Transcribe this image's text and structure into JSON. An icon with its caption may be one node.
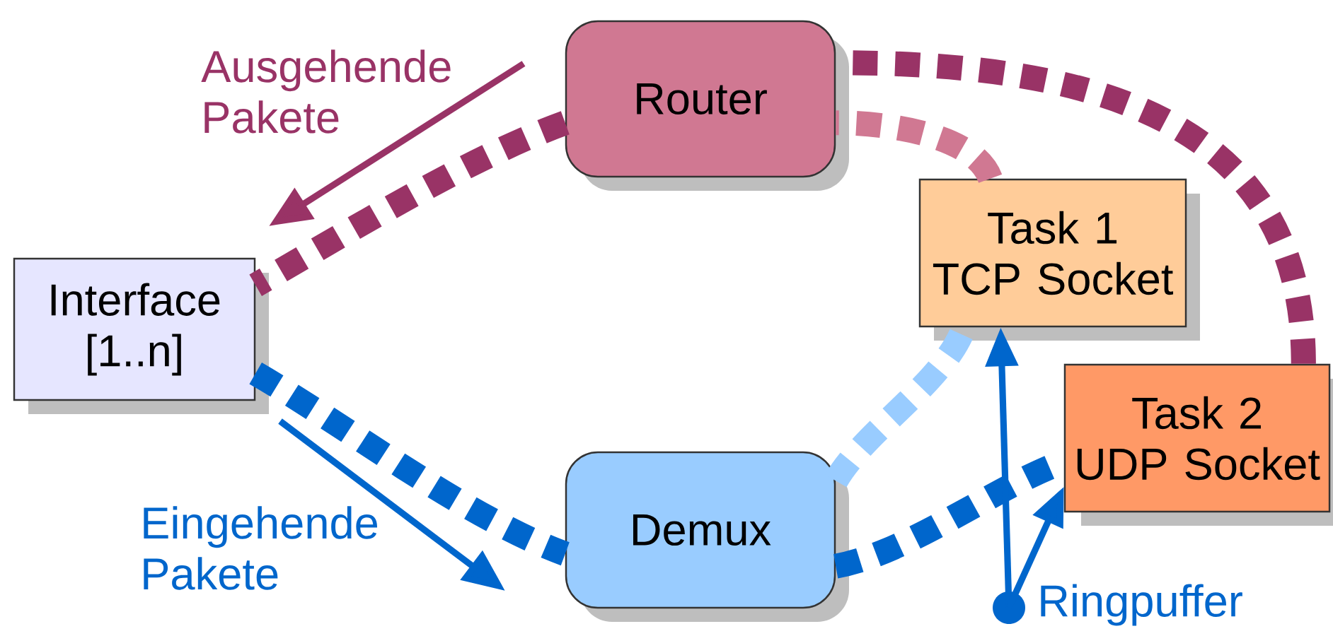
{
  "diagram": {
    "nodes": [
      {
        "text": [
          "Router"
        ]
      },
      {
        "text": [
          "Interface [1..n]"
        ]
      },
      {
        "text": [
          "Demux"
        ]
      },
      {
        "text": [
          "Task 1",
          "TCP Socket"
        ]
      },
      {
        "text": [
          "Task 2",
          "UDP Socket"
        ]
      },
      {
        "text": [],
        "shape": "circle",
        "beside": [
          "Ringpuffer"
        ]
      }
    ],
    "edges": [
      {
        "from": 0,
        "to": 1,
        "arrow": "none",
        "style": "dashed",
        "color": "#993366"
      },
      {
        "from": 1,
        "to": 2,
        "arrow": "none",
        "style": "dashed",
        "color": "#0066cc"
      },
      {
        "from": 2,
        "to": 3,
        "arrow": "none",
        "style": "dashed",
        "color": "#99ccff"
      },
      {
        "from": 2,
        "to": 4,
        "arrow": "none",
        "style": "dashed",
        "color": "#0066cc"
      },
      {
        "from": 3,
        "to": 0,
        "arrow": "none",
        "style": "dashed",
        "color": "#d07892"
      },
      {
        "from": 4,
        "to": 0,
        "arrow": "none",
        "style": "dashed",
        "color": "#993366"
      },
      {
        "from": 5,
        "to": 3,
        "arrow": "to",
        "color": "#0066cc"
      },
      {
        "from": 5,
        "to": 4,
        "arrow": "to",
        "color": "#0066cc"
      }
    ],
    "labels": [
      "Ausgehende Pakete",
      "Eingehende Pakete"
    ]
  }
}
